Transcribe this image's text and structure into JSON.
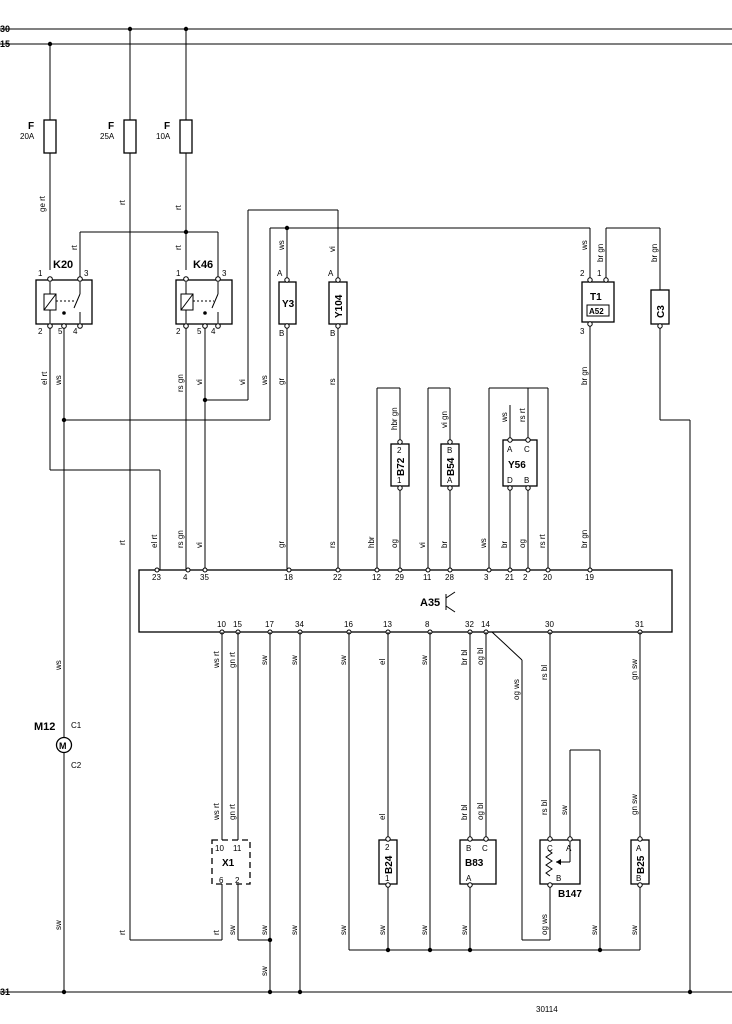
{
  "rails": {
    "r30": "30",
    "r15": "15",
    "r31": "31"
  },
  "drawing_number": "30114",
  "fuses": [
    {
      "label": "F",
      "rating": "20A"
    },
    {
      "label": "F",
      "rating": "25A"
    },
    {
      "label": "F",
      "rating": "10A"
    }
  ],
  "relays": [
    {
      "name": "K20",
      "pins": [
        "1",
        "3",
        "2",
        "5",
        "4"
      ]
    },
    {
      "name": "K46",
      "pins": [
        "1",
        "3",
        "2",
        "5",
        "4"
      ]
    }
  ],
  "components": {
    "Y3": {
      "name": "Y3",
      "pin_top": "A",
      "pin_bottom": "B"
    },
    "Y104": {
      "name": "Y104",
      "pin_top": "A",
      "pin_bottom": "B"
    },
    "T1": {
      "name": "T1",
      "sub": "A52",
      "pins": [
        "2",
        "1",
        "3"
      ]
    },
    "C3": {
      "name": "C3"
    },
    "B72": {
      "name": "B72",
      "pins": [
        "2",
        "1"
      ]
    },
    "B54": {
      "name": "B54",
      "pins": [
        "B",
        "A"
      ]
    },
    "Y56": {
      "name": "Y56",
      "pins": [
        "A",
        "C",
        "D",
        "B"
      ]
    },
    "A35": {
      "name": "A35"
    },
    "M12": {
      "name": "M12",
      "pin_top": "C1",
      "pin_bottom": "C2"
    },
    "X1": {
      "name": "X1",
      "pins": [
        "10",
        "11",
        "6",
        "2"
      ]
    },
    "B24": {
      "name": "B24",
      "pins": [
        "2",
        "1"
      ]
    },
    "B83": {
      "name": "B83",
      "pins": [
        "B",
        "C",
        "A"
      ]
    },
    "B147": {
      "name": "B147",
      "pins": [
        "C",
        "A",
        "B"
      ]
    },
    "B25": {
      "name": "B25",
      "pins": [
        "A",
        "B"
      ]
    }
  },
  "a35_pins_top": [
    "23",
    "4",
    "35",
    "18",
    "22",
    "12",
    "29",
    "11",
    "28",
    "3",
    "21",
    "2",
    "20",
    "19"
  ],
  "a35_pins_bottom": [
    "10",
    "15",
    "17",
    "34",
    "16",
    "13",
    "8",
    "32",
    "14",
    "30",
    "31"
  ],
  "wire_colors": {
    "ge_rt": "ge rt",
    "rt": "rt",
    "ws": "ws",
    "vi": "vi",
    "br_gn": "br gn",
    "el_rt": "el rt",
    "rs_gn": "rs gn",
    "gr": "gr",
    "rs": "rs",
    "hbr_gn": "hbr gn",
    "vi_gn": "vi gn",
    "rs_rt": "rs rt",
    "hbr": "hbr",
    "og": "og",
    "br": "br",
    "ws_rt": "ws rt",
    "gn_rt": "gn rt",
    "sw": "sw",
    "el": "el",
    "br_bl": "br bl",
    "og_bl": "og bl",
    "og_ws": "og ws",
    "rs_bl": "rs bl",
    "gn_sw": "gn sw"
  }
}
